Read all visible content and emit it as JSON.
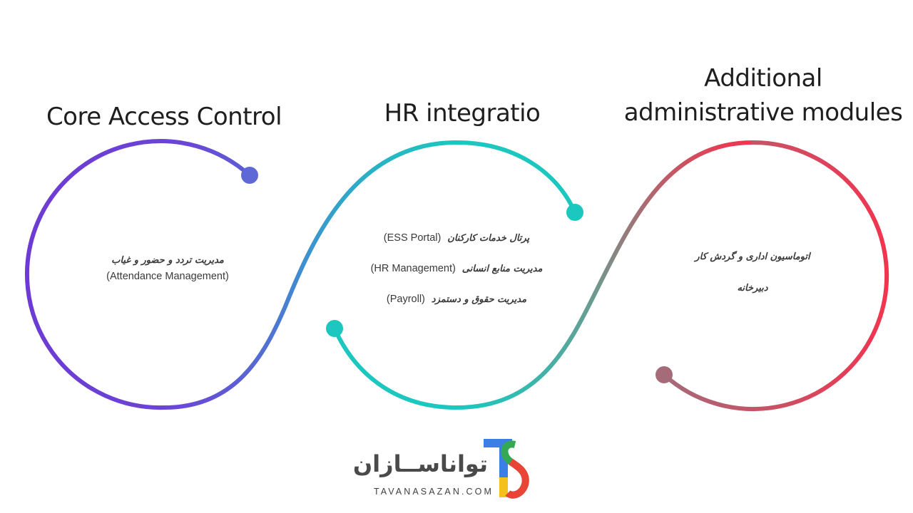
{
  "colors": {
    "purple": "#6d3bd3",
    "blue_dot": "#5e69d6",
    "teal": "#1bc7be",
    "red": "#f2344f",
    "mauve_dot": "#a56b79",
    "logo_blue": "#3b7fe6",
    "logo_yellow": "#f4c01c",
    "logo_red": "#ea4436",
    "logo_green": "#34a853"
  },
  "stages": [
    {
      "title": "Core Access Control",
      "items": [
        {
          "fa": "مدیریت تردد و حضور و غیاب",
          "en": "(Attendance Management)"
        }
      ]
    },
    {
      "title": "HR integratio",
      "items": [
        {
          "fa": "پرتال خدمات کارکنان",
          "en": "(ESS Portal)"
        },
        {
          "fa": "مدیریت منابع انسانی",
          "en": "(HR Management)"
        },
        {
          "fa": "مدیریت حقوق و دستمزد",
          "en": "(Payroll)"
        }
      ]
    },
    {
      "title_lines": [
        "Additional",
        "administrative modules"
      ],
      "items": [
        {
          "fa": "اتوماسیون اداری و گردش کار"
        },
        {
          "fa": "دبیرخانه"
        }
      ]
    }
  ],
  "logo": {
    "name": "توانا‌ســازان",
    "url": "TAVANASAZAN.COM",
    "icon": "ts-monogram-icon"
  }
}
